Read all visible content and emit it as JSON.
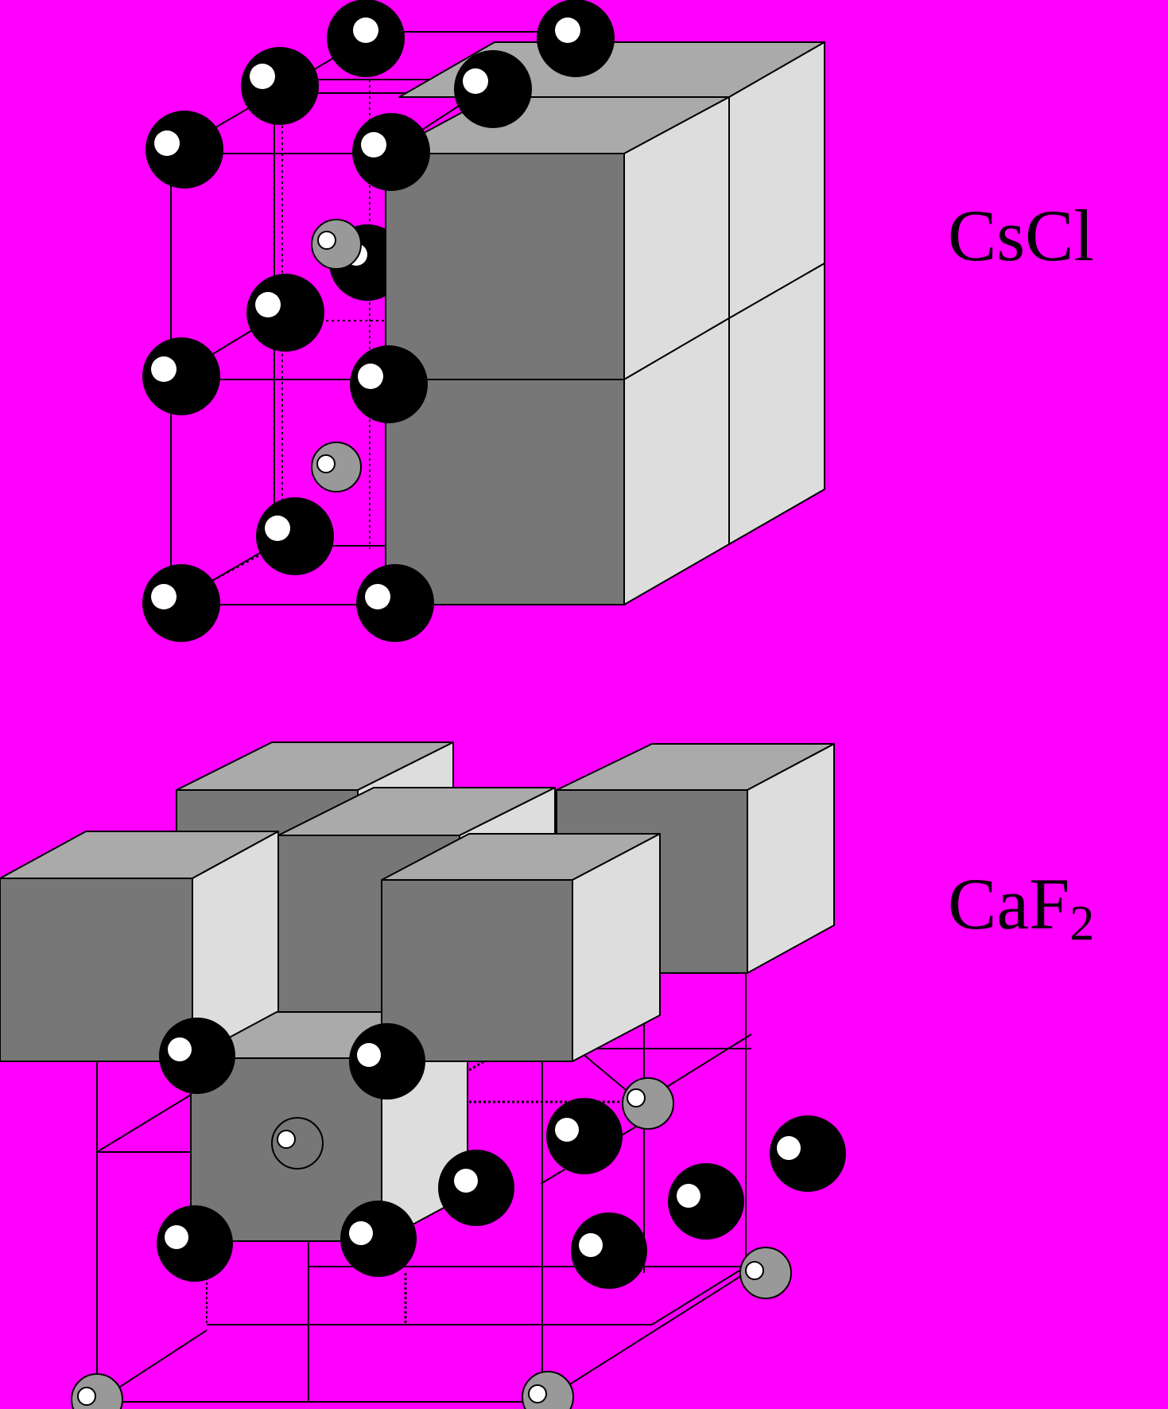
{
  "labels": {
    "cscl": "CsCl",
    "caf2_main": "CaF",
    "caf2_sub": "2"
  },
  "colors": {
    "background": "#ff00ff",
    "ion_large": "#000000",
    "ion_small": "#999999",
    "highlight": "#ffffff",
    "cube_front": "#777777",
    "cube_top": "#aaaaaa",
    "cube_side": "#dddddd",
    "line": "#000000"
  }
}
